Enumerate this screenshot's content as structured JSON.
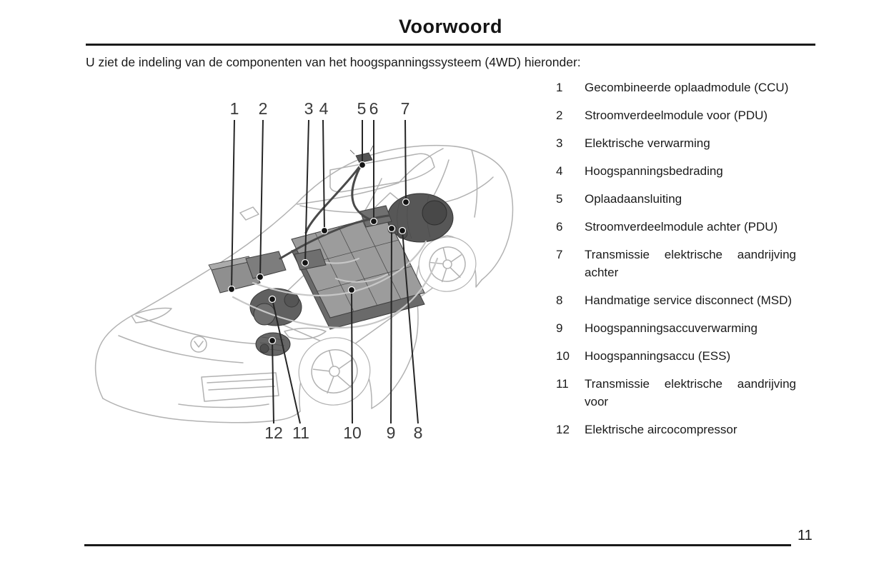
{
  "page": {
    "title": "Voorwoord",
    "intro": "U ziet de indeling van de componenten van het hoogspanningssysteem (4WD) hieronder:",
    "page_number": "11"
  },
  "legend": {
    "items": [
      {
        "num": "1",
        "label": "Gecombineerde oplaadmodule (CCU)"
      },
      {
        "num": "2",
        "label": "Stroomverdeelmodule voor (PDU)"
      },
      {
        "num": "3",
        "label": "Elektrische verwarming"
      },
      {
        "num": "4",
        "label": "Hoogspanningsbedrading"
      },
      {
        "num": "5",
        "label": "Oplaadaansluiting"
      },
      {
        "num": "6",
        "label": "Stroomverdeelmodule achter (PDU)"
      },
      {
        "num": "7",
        "label": "Transmissie elektrische aandrijving achter"
      },
      {
        "num": "8",
        "label": "Handmatige service disconnect (MSD)"
      },
      {
        "num": "9",
        "label": "Hoogspanningsaccuverwarming"
      },
      {
        "num": "10",
        "label": "Hoogspanningsaccu (ESS)"
      },
      {
        "num": "11",
        "label": "Transmissie elektrische aandrijving voor"
      },
      {
        "num": "12",
        "label": "Elektrische aircocompressor"
      }
    ]
  },
  "diagram": {
    "callouts_top": [
      "1",
      "2",
      "3",
      "4",
      "5",
      "6",
      "7"
    ],
    "callouts_bottom": [
      "12",
      "11",
      "10",
      "9",
      "8"
    ]
  },
  "colors": {
    "text": "#1a1a1a",
    "rule": "#1a1a1a",
    "line_art": "#b2b2b2",
    "component_dark": "#5a5a5a",
    "battery_top": "#9c9c9c"
  }
}
